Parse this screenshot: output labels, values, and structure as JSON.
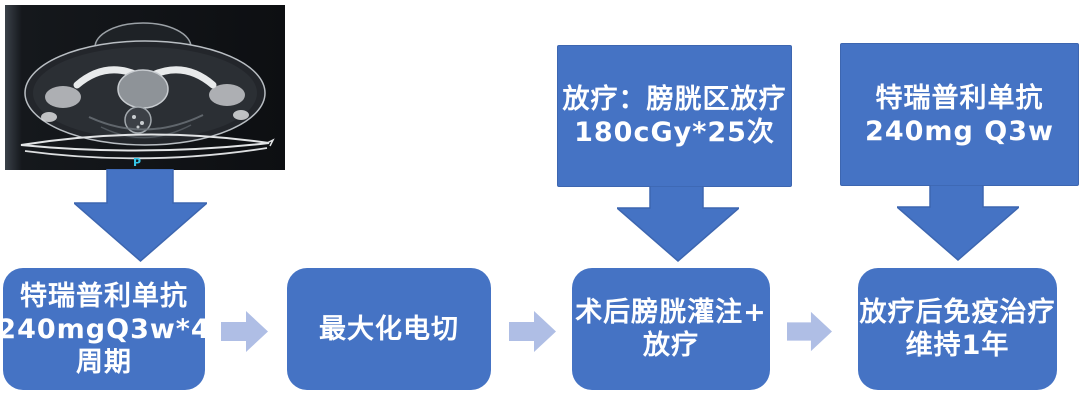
{
  "diagram_title": "bladder-cancer-treatment-flow",
  "colors": {
    "box_blue": "#4573C4",
    "box_border": "#3D66B0",
    "light_arrow": "#AFBEE5",
    "text_white": "#FFFFFF",
    "ct_label_cyan": "#35C6E8"
  },
  "ct_image": {
    "description": "axial pelvic CT scan photo",
    "orientation_label": "P"
  },
  "top_boxes": [
    {
      "id": "radiotherapy-detail",
      "lines": [
        "放疗：膀胱区放疗",
        "180cGy*25次"
      ]
    },
    {
      "id": "toripalimab-maintenance-detail",
      "lines": [
        "特瑞普利单抗",
        "240mg Q3w"
      ]
    }
  ],
  "flow_steps": [
    {
      "id": "neoadjuvant-immunotherapy",
      "lines": [
        "特瑞普利单抗",
        "240mgQ3w*4",
        "周期"
      ]
    },
    {
      "id": "maximal-resection",
      "lines": [
        "最大化电切"
      ]
    },
    {
      "id": "postop-instillation-radiotherapy",
      "lines": [
        "术后膀胱灌注+",
        "放疗"
      ]
    },
    {
      "id": "maintenance-after-radiotherapy",
      "lines": [
        "放疗后免疫治疗",
        "维持1年"
      ]
    }
  ]
}
